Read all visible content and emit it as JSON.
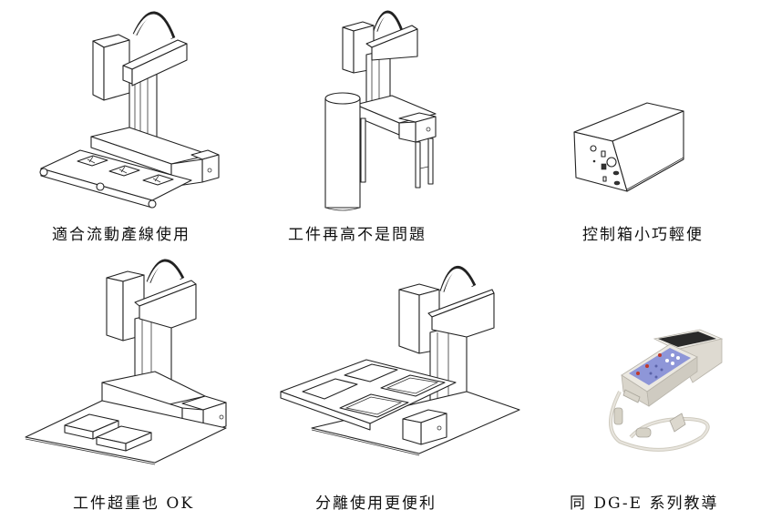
{
  "figures": [
    {
      "id": "conveyor",
      "caption": "適合流動產線使用",
      "illustration": "xy-robot-with-conveyor-belt"
    },
    {
      "id": "tall-workpiece",
      "caption": "工件再高不是問題",
      "illustration": "gantry-robot-with-tall-cylinder"
    },
    {
      "id": "control-box",
      "caption": "控制箱小巧輕便",
      "illustration": "compact-control-box"
    },
    {
      "id": "heavy-workpiece",
      "caption": "工件超重也 OK",
      "illustration": "robot-with-heavy-workpieces-on-base"
    },
    {
      "id": "separate-use",
      "caption": "分離使用更便利",
      "illustration": "robot-with-separate-work-table"
    },
    {
      "id": "teach-pendant",
      "caption": "同 DG-E 系列教導",
      "illustration": "handheld-teach-pendant-with-cable"
    }
  ],
  "colors": {
    "pendant_body": "#e6e3dc",
    "pendant_keypad": "#8e96d8",
    "pendant_screen": "#2a2a2a",
    "pendant_red_key": "#c0392b",
    "cable": "#d8d4c8"
  }
}
